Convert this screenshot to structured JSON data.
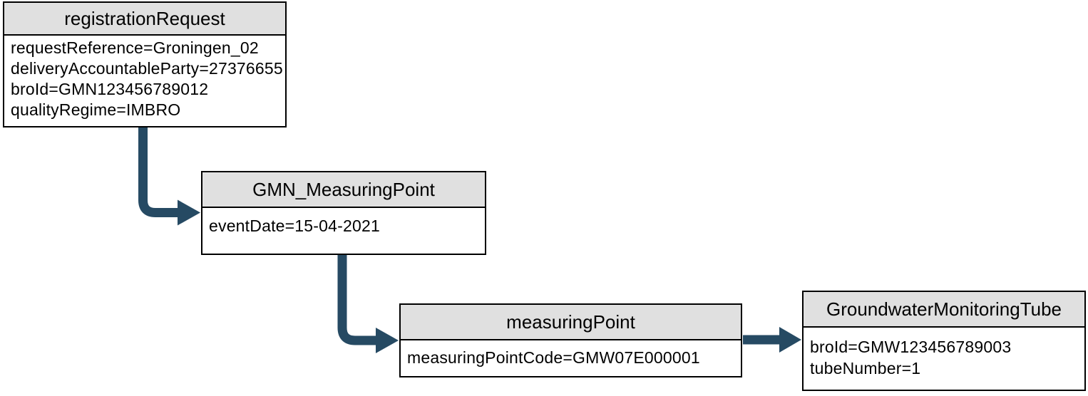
{
  "diagram": {
    "boxes": [
      {
        "title": "registrationRequest",
        "lines": [
          "requestReference=Groningen_02",
          "deliveryAccountableParty=27376655",
          "broId=GMN123456789012",
          "qualityRegime=IMBRO"
        ]
      },
      {
        "title": "GMN_MeasuringPoint",
        "lines": [
          "eventDate=15-04-2021"
        ]
      },
      {
        "title": "measuringPoint",
        "lines": [
          "measuringPointCode=GMW07E000001"
        ]
      },
      {
        "title": "GroundwaterMonitoringTube",
        "lines": [
          "broId=GMW123456789003",
          "tubeNumber=1"
        ]
      }
    ],
    "connectors": [
      {
        "from": "registrationRequest",
        "to": "GMN_MeasuringPoint"
      },
      {
        "from": "GMN_MeasuringPoint",
        "to": "measuringPoint"
      },
      {
        "from": "measuringPoint",
        "to": "GroundwaterMonitoringTube"
      }
    ],
    "colors": {
      "arrow": "#264a63",
      "header_bg": "#e0e0e0",
      "border": "#000000",
      "background": "#ffffff"
    }
  }
}
